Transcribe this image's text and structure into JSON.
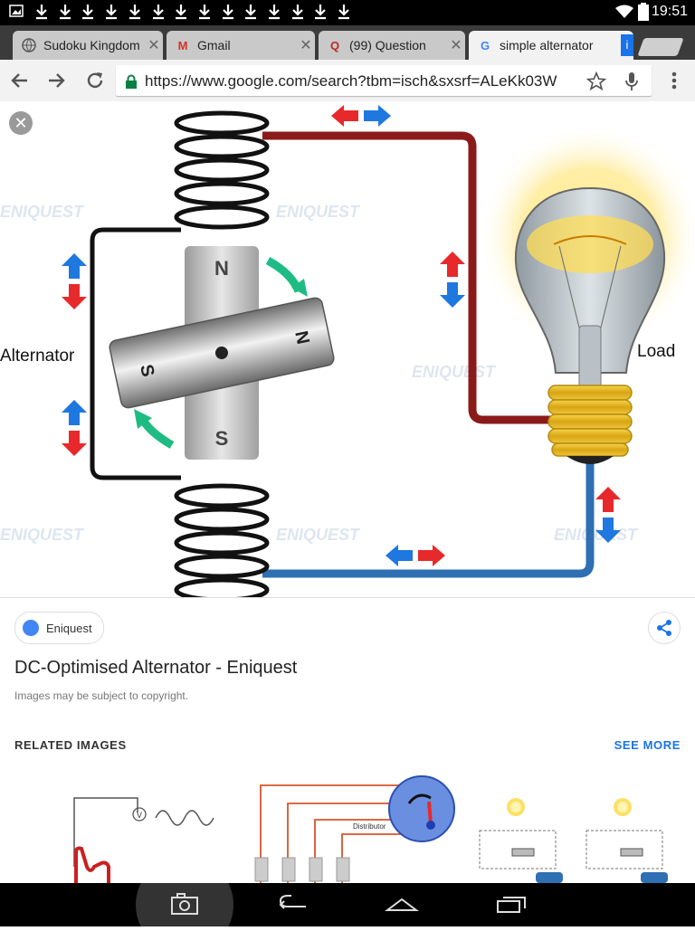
{
  "status_bar": {
    "time": "19:51",
    "icons": [
      "screenshot-icon",
      "download-icon",
      "download-icon",
      "download-icon",
      "download-icon",
      "download-icon",
      "download-icon",
      "download-icon",
      "download-icon",
      "download-icon",
      "download-icon",
      "download-icon",
      "download-icon",
      "download-icon",
      "download-icon",
      "wifi-icon",
      "battery-icon"
    ]
  },
  "tabs": [
    {
      "title": "Sudoku Kingdom",
      "favicon": "globe-icon"
    },
    {
      "title": "Gmail",
      "favicon": "gmail-icon"
    },
    {
      "title": "(99) Question",
      "favicon": "quora-icon"
    },
    {
      "title": "simple alternator",
      "favicon": "google-icon",
      "active": true
    }
  ],
  "toolbar": {
    "url": "https://www.google.com/search?tbm=isch&sxsrf=ALeKk03W",
    "icons": [
      "back-icon",
      "forward-icon",
      "reload-icon",
      "lock-icon",
      "star-icon",
      "mic-icon",
      "menu-icon"
    ]
  },
  "figure": {
    "alternator_label": "Alternator",
    "load_label": "Load",
    "magnet_pole_top": "N",
    "magnet_pole_bottom": "S",
    "rotor_pole_left": "S",
    "rotor_pole_right": "N",
    "watermark": "ENIQUEST"
  },
  "result": {
    "source": "Eniquest",
    "title": "DC-Optimised Alternator - Eniquest",
    "copyright_note": "Images may be subject to copyright."
  },
  "related": {
    "heading": "RELATED IMAGES",
    "see_more": "SEE MORE",
    "thumb2_label": "Distributor"
  },
  "colors": {
    "wire_red": "#8b1a1a",
    "wire_blue": "#2f6fb3",
    "arrow_red": "#e8292b",
    "arrow_blue": "#1f77e0",
    "green_arrow": "#1ebc84",
    "link_blue": "#1a73e8"
  }
}
